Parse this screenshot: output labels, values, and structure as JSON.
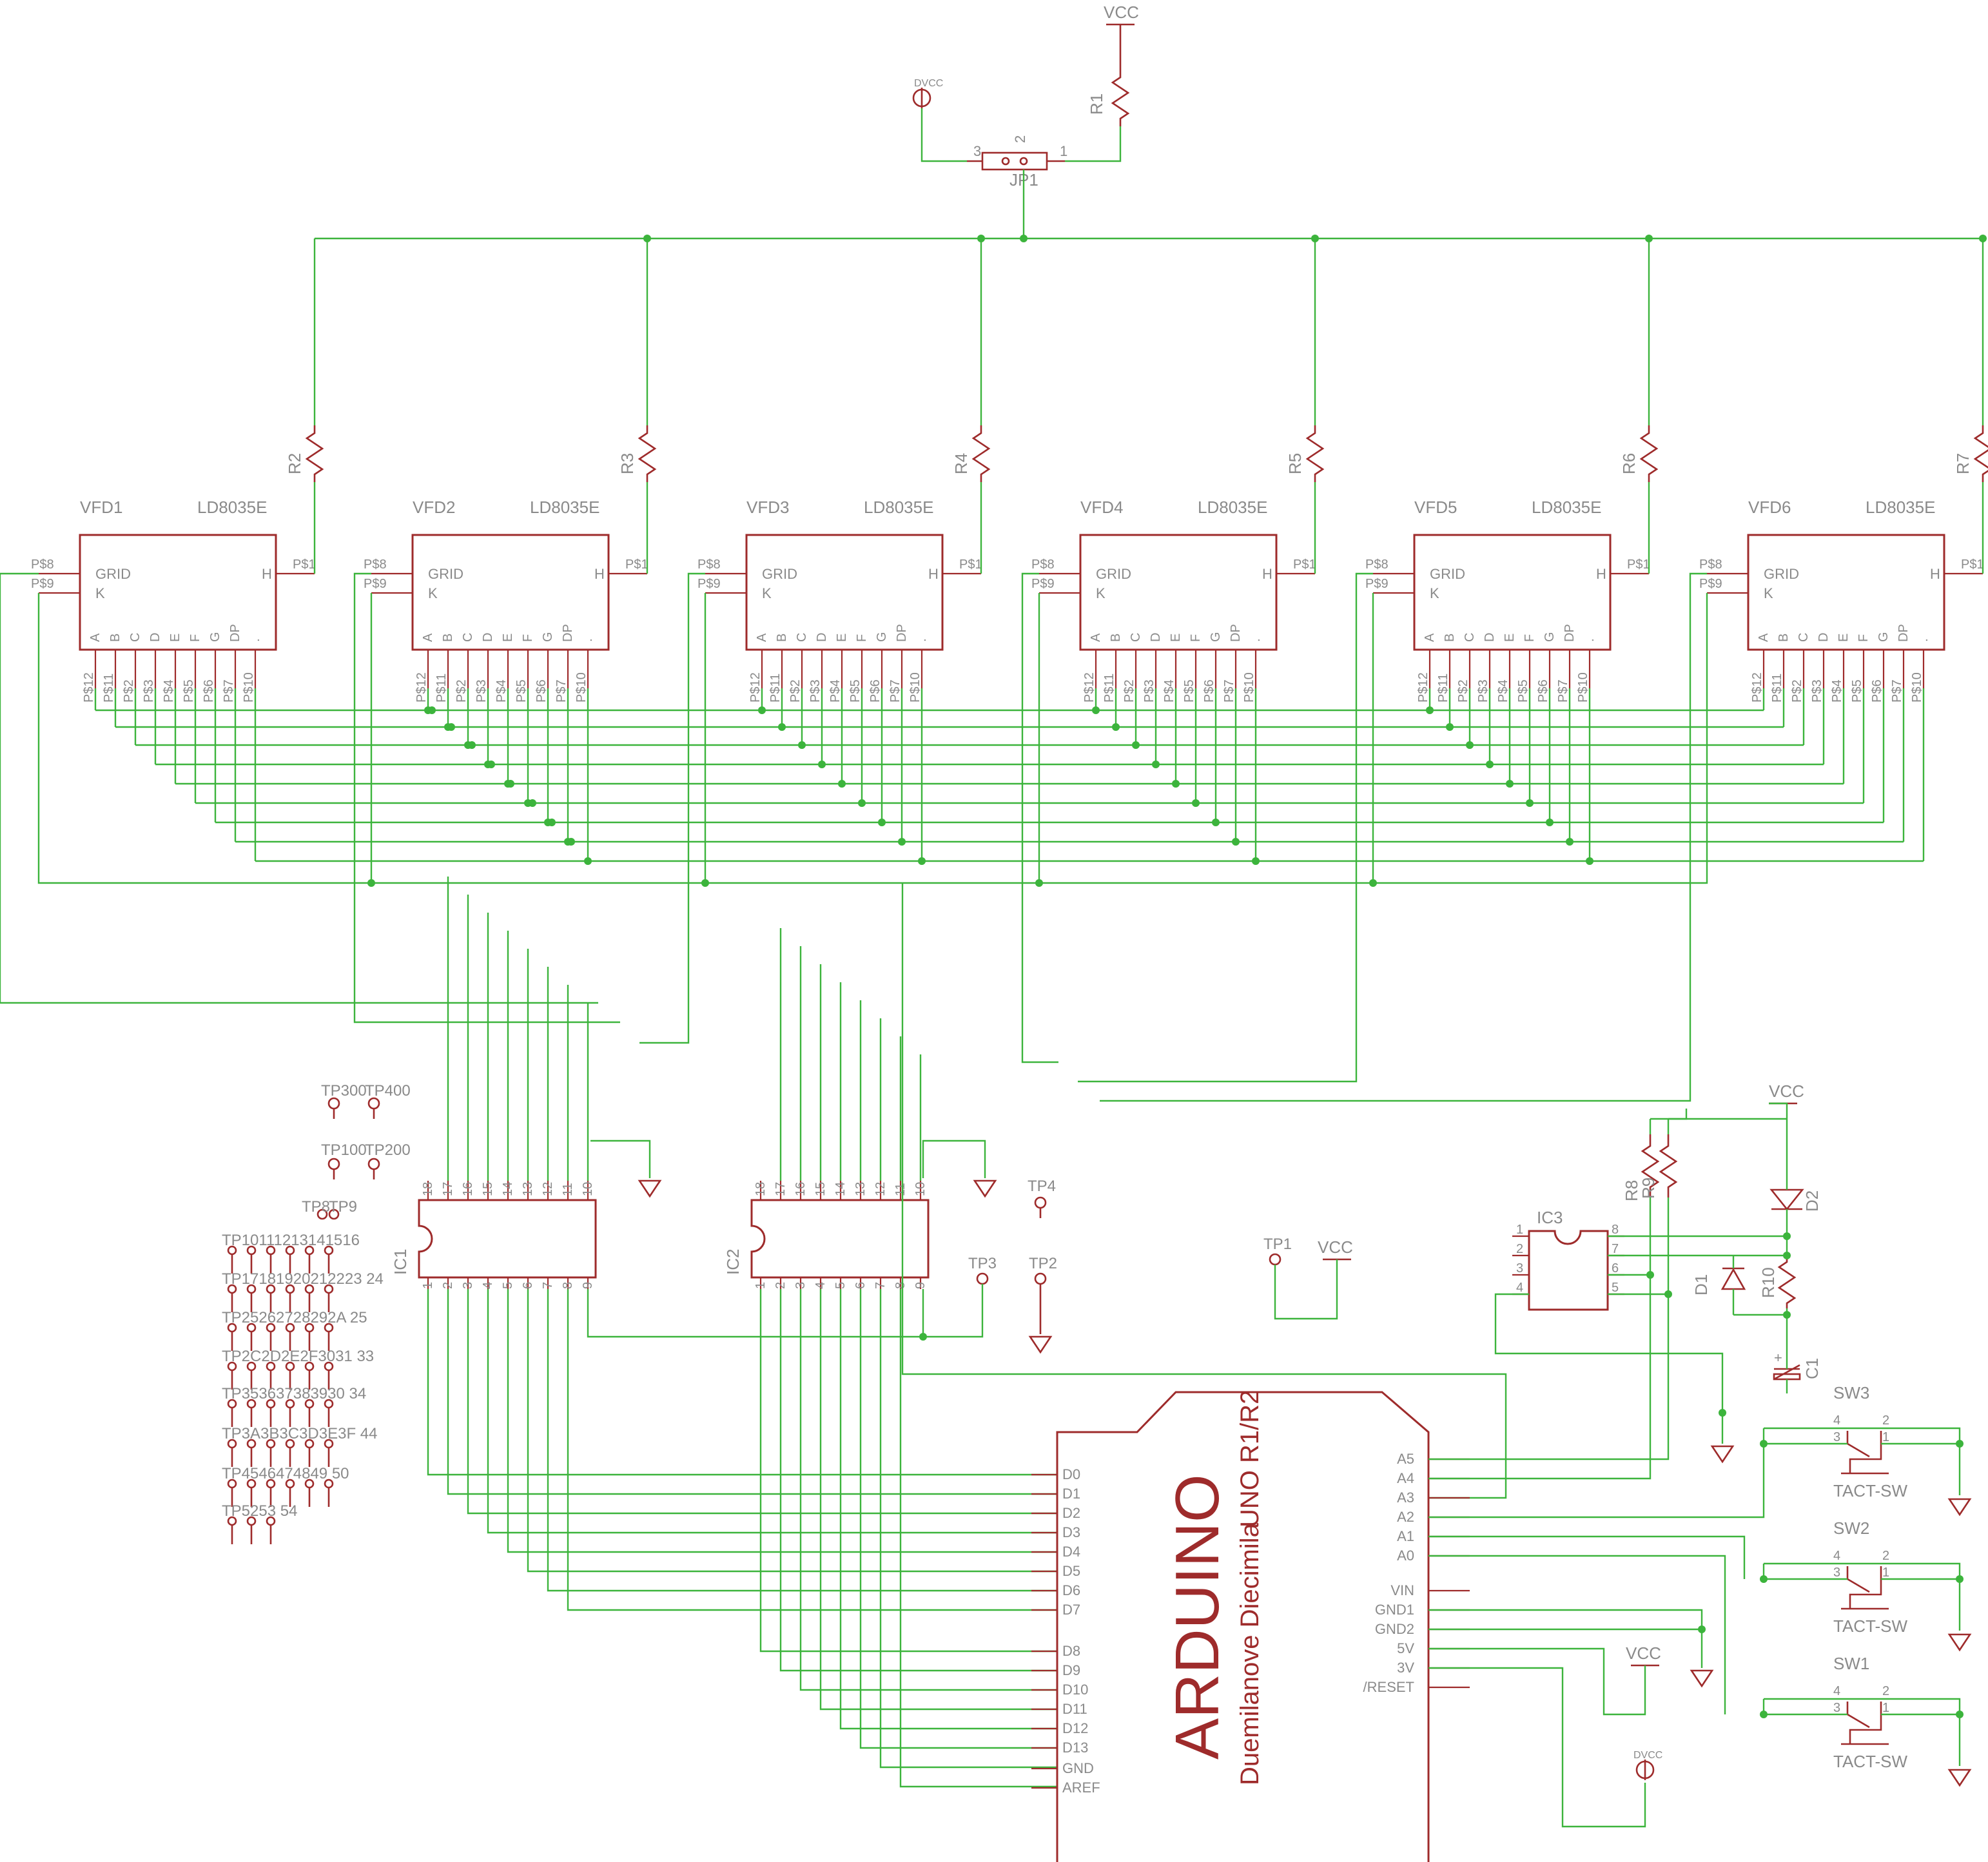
{
  "power": {
    "vcc": "VCC",
    "dvcc": "DVCC"
  },
  "jumper": {
    "name": "JP1",
    "pins": [
      "3",
      "2",
      "1"
    ]
  },
  "vfd": {
    "part": "LD8035E",
    "names": [
      "VFD1",
      "VFD2",
      "VFD3",
      "VFD4",
      "VFD5",
      "VFD6"
    ],
    "pullups": [
      "R2",
      "R3",
      "R4",
      "R5",
      "R6",
      "R7"
    ],
    "grid_label": "GRID",
    "k_label": "K",
    "h_label": "H",
    "seg_labels": [
      "A",
      "B",
      "C",
      "D",
      "E",
      "F",
      "G",
      "DP",
      "."
    ],
    "bottom_pins": [
      "P$12",
      "P$11",
      "P$2",
      "P$3",
      "P$4",
      "P$5",
      "P$6",
      "P$7",
      "P$10"
    ],
    "left_pins": [
      "P$8",
      "P$9"
    ],
    "right_pin": "P$1"
  },
  "r1": "R1",
  "ic": {
    "names": [
      "IC1",
      "IC2"
    ],
    "top_pins": [
      "18",
      "17",
      "16",
      "15",
      "14",
      "13",
      "12",
      "11",
      "10"
    ],
    "bottom_pins": [
      "1",
      "2",
      "3",
      "4",
      "5",
      "6",
      "7",
      "8",
      "9"
    ]
  },
  "ic3": {
    "name": "IC3",
    "left_pins": [
      "1",
      "2",
      "3",
      "4"
    ],
    "right_pins": [
      "8",
      "7",
      "6",
      "5"
    ]
  },
  "passives": {
    "r8": "R8",
    "r9": "R9",
    "r10": "R10",
    "d1": "D1",
    "d2": "D2",
    "c1": "C1",
    "c1_plus": "+"
  },
  "switches": {
    "names": [
      "SW3",
      "SW2",
      "SW1"
    ],
    "type": "TACT-SW",
    "pins": [
      "4",
      "3",
      "2",
      "1"
    ]
  },
  "testpoints": {
    "tp300": "TP300",
    "tp400": "TP400",
    "tp100": "TP100",
    "tp200": "TP200",
    "tp8": "TP8",
    "tp9": "TP9",
    "tp4": "TP4",
    "tp3": "TP3",
    "tp2": "TP2",
    "tp1": "TP1",
    "grid_rows": [
      "TP10111213141516",
      "TP17181920212223 24",
      "TP25262728292A 25",
      "TP2C2D2E2F3031 33",
      "TP353637383930 34",
      "TP3A3B3C3D3E3F 44",
      "TP4546474849 50",
      "TP5253 54"
    ]
  },
  "arduino": {
    "brand": "ARDUINO",
    "line1": "Duemilanove  Diecimila",
    "line2": "UNO R1/R2",
    "left_pins": [
      "D0",
      "D1",
      "D2",
      "D3",
      "D4",
      "D5",
      "D6",
      "D7",
      "D8",
      "D9",
      "D10",
      "D11",
      "D12",
      "D13",
      "GND",
      "AREF"
    ],
    "right_pins": [
      "A5",
      "A4",
      "A3",
      "A2",
      "A1",
      "A0",
      "VIN",
      "GND1",
      "GND2",
      "5V",
      "3V",
      "/RESET"
    ]
  }
}
